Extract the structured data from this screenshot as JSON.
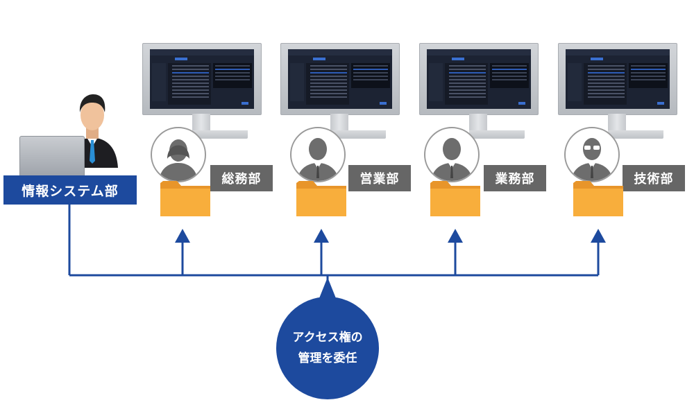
{
  "admin": {
    "label": "情報システム部"
  },
  "departments": [
    {
      "label": "総務部"
    },
    {
      "label": "営業部"
    },
    {
      "label": "業務部"
    },
    {
      "label": "技術部"
    }
  ],
  "delegation": {
    "line1": "アクセス権の",
    "line2": "管理を委任"
  },
  "colors": {
    "primary_blue": "#1d4a9e",
    "dept_gray": "#666666",
    "folder_orange": "#f5a623"
  }
}
